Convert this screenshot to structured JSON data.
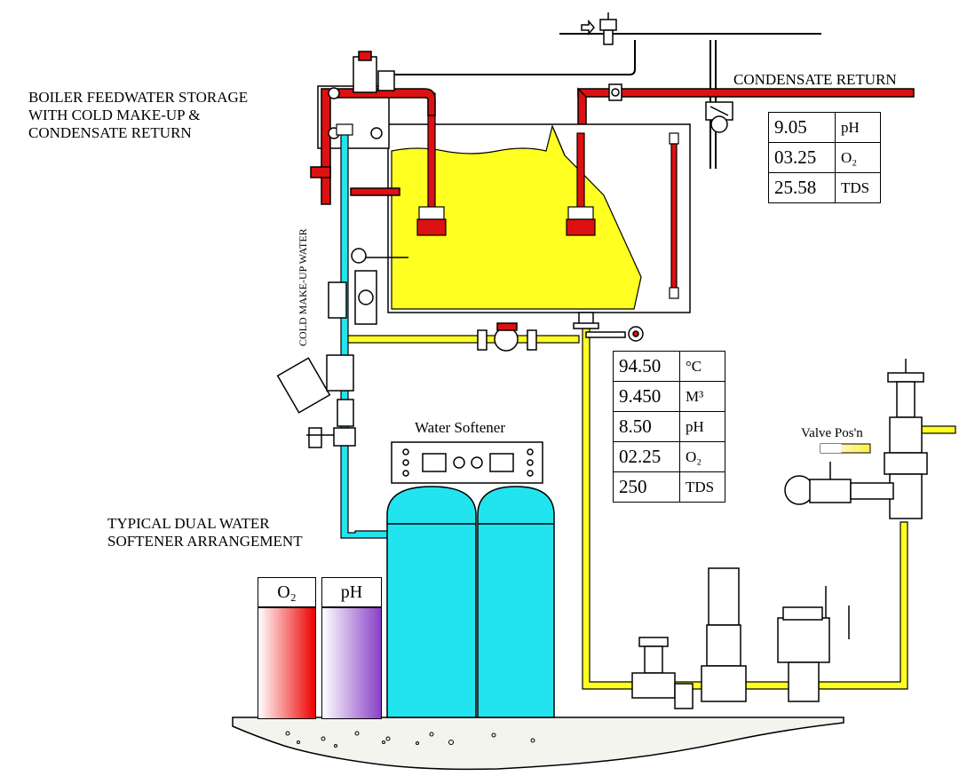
{
  "labels": {
    "title_line1": "BOILER FEEDWATER STORAGE",
    "title_line2": "WITH COLD MAKE-UP &",
    "title_line3": "CONDENSATE RETURN",
    "condensate_return": "CONDENSATE RETURN",
    "cold_makeup": "COLD MAKE-UP WATER",
    "water_softener": "Water Softener",
    "typical_line1": "TYPICAL DUAL WATER",
    "typical_line2": "SOFTENER ARRANGEMENT",
    "valve_pos": "Valve Pos'n"
  },
  "condensate_readout": [
    {
      "value": "9.05",
      "unit": "pH"
    },
    {
      "value": "03.25",
      "unit": "O₂"
    },
    {
      "value": "25.58",
      "unit": "TDS"
    }
  ],
  "feed_readout": [
    {
      "value": "94.50",
      "unit": "°C"
    },
    {
      "value": "9.450",
      "unit": "M³"
    },
    {
      "value": "8.50",
      "unit": "pH"
    },
    {
      "value": "02.25",
      "unit": "O₂"
    },
    {
      "value": "250",
      "unit": "TDS"
    }
  ],
  "indicators": {
    "o2_label": "O₂",
    "ph_label": "pH"
  },
  "colors": {
    "water_yellow": "#ffff22",
    "hot_pipe_red": "#dd1111",
    "cold_pipe_cyan": "#22e4ee",
    "softener_cyan": "#22e4ee",
    "o2_red": "#ee0000",
    "ph_purple": "#8a40c8"
  },
  "valve_position_level": 0.4
}
